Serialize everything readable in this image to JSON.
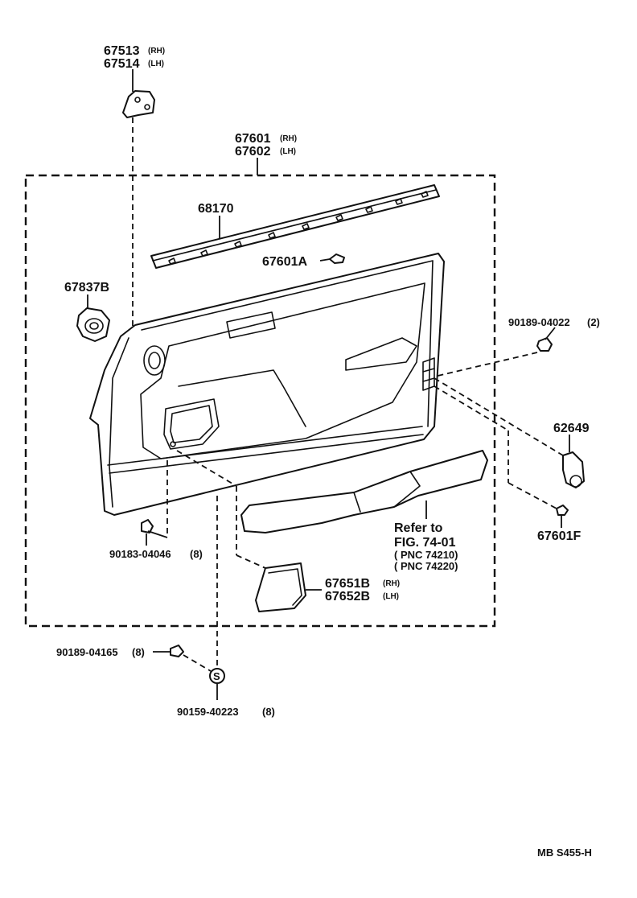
{
  "parts": {
    "hinge_bracket": {
      "number_rh": "67513",
      "side_rh": "(RH)",
      "number_lh": "67514",
      "side_lh": "(LH)"
    },
    "door_trim_board": {
      "number_rh": "67601",
      "side_rh": "(RH)",
      "number_lh": "67602",
      "side_lh": "(LH)"
    },
    "weatherstrip": {
      "number": "68170"
    },
    "clip_a": {
      "number": "67601A"
    },
    "grommet": {
      "number": "67837B"
    },
    "screw_upper": {
      "number": "90189-04022",
      "qty": "(2)"
    },
    "handle_cover": {
      "number": "62649"
    },
    "clip_f": {
      "number": "67601F"
    },
    "clip_lower": {
      "number": "90183-04046",
      "qty": "(8)"
    },
    "speaker_cover": {
      "number_rh": "67651B",
      "side_rh": "(RH)",
      "number_lh": "67652B",
      "side_lh": "(LH)"
    },
    "clip_bottom": {
      "number": "90189-04165",
      "qty": "(8)"
    },
    "screw_bottom": {
      "number": "90159-40223",
      "qty": "(8)"
    }
  },
  "reference": {
    "line1": "Refer to",
    "line2": "FIG. 74-01",
    "line3": "( PNC 74210)",
    "line4": "( PNC 74220)"
  },
  "screw_symbol": "S",
  "figure_code": "MB S455-H"
}
